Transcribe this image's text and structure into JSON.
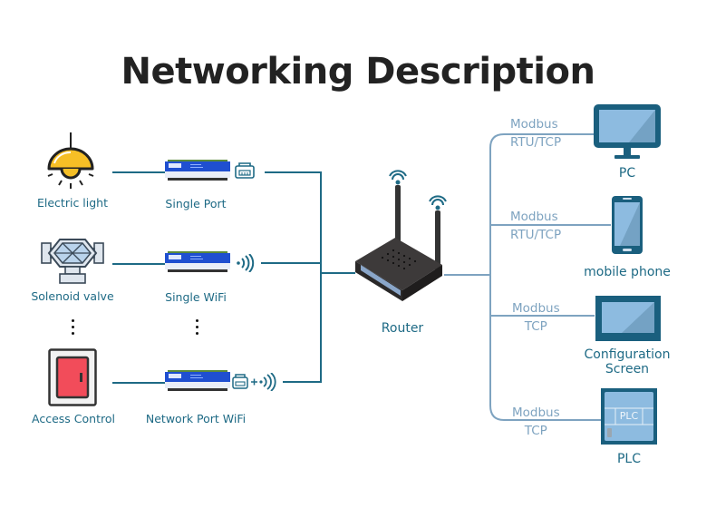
{
  "title": "Networking Description",
  "colors": {
    "line_left": "#1e6a85",
    "line_right": "#7ea3c0",
    "label": "#1e6a85",
    "protocol_label": "#7ea3c0",
    "device_blue": "#1a5f7e",
    "screen_light": "#8dbbe0",
    "lamp_yellow": "#f6bf26",
    "door_red": "#f24c5a"
  },
  "field_devices": [
    {
      "label": "Electric light",
      "icon": "lamp-icon"
    },
    {
      "label": "Solenoid valve",
      "icon": "valve-icon"
    },
    {
      "label": "Access Control",
      "icon": "door-switch-icon"
    }
  ],
  "modules": [
    {
      "label": "Single Port",
      "connectivity_icon": "ethernet-port-icon"
    },
    {
      "label": "Single WiFi",
      "connectivity_icon": "wifi-signal-icon"
    },
    {
      "label": "Network Port WiFi",
      "connectivity_icon": "ethernet-plus-wifi-icon",
      "plus": "+"
    }
  ],
  "router": {
    "label": "Router"
  },
  "clients": [
    {
      "label": "PC",
      "protocol_line1": "Modbus",
      "protocol_line2": "RTU/TCP"
    },
    {
      "label": "mobile phone",
      "protocol_line1": "Modbus",
      "protocol_line2": "RTU/TCP"
    },
    {
      "label_line1": "Configuration",
      "label_line2": "Screen",
      "protocol_line1": "Modbus",
      "protocol_line2": "TCP"
    },
    {
      "label": "PLC",
      "protocol_line1": "Modbus",
      "protocol_line2": "TCP",
      "device_text": "PLC"
    }
  ]
}
